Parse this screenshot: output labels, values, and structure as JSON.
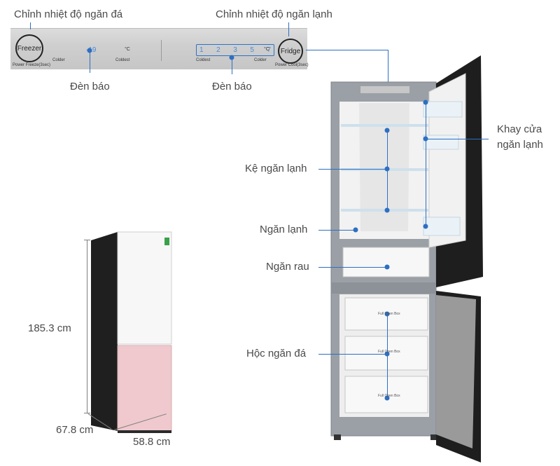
{
  "labels": {
    "freezer_temp": "Chỉnh nhiệt độ ngăn đá",
    "fridge_temp": "Chỉnh nhiệt độ ngăn lạnh",
    "indicator_left": "Đèn báo",
    "indicator_right": "Đèn báo",
    "door_tray_line1": "Khay cửa",
    "door_tray_line2": "ngăn lạnh",
    "fridge_shelf": "Kệ ngăn lạnh",
    "fridge_compartment": "Ngăn lạnh",
    "vegetable_drawer": "Ngăn rau",
    "freezer_drawer": "Hộc ngăn đá"
  },
  "control_panel": {
    "freezer_button": "Freezer",
    "freezer_sub": "Power Freeze(3sec)",
    "freezer_colder": "Colder",
    "freezer_coldest": "Coldest",
    "freezer_value": "-19",
    "freezer_unit": "°C",
    "fridge_digits": [
      "1",
      "2",
      "3",
      "5",
      "7"
    ],
    "fridge_unit": "°C",
    "fridge_coldest": "Coldest",
    "fridge_colder": "Colder",
    "fridge_button": "Fridge",
    "fridge_sub": "Power Cool(3sec)"
  },
  "dimensions": {
    "height": "185.3 cm",
    "depth": "67.8 cm",
    "width": "58.8 cm"
  },
  "drawer_label": "Full Open Box",
  "colors": {
    "accent": "#2d6fc2",
    "fridge_body": "#9aa0a6",
    "door_black": "#1e1e1e",
    "glass_top": "#f7f7f7",
    "glass_bottom": "#efc9cd"
  }
}
